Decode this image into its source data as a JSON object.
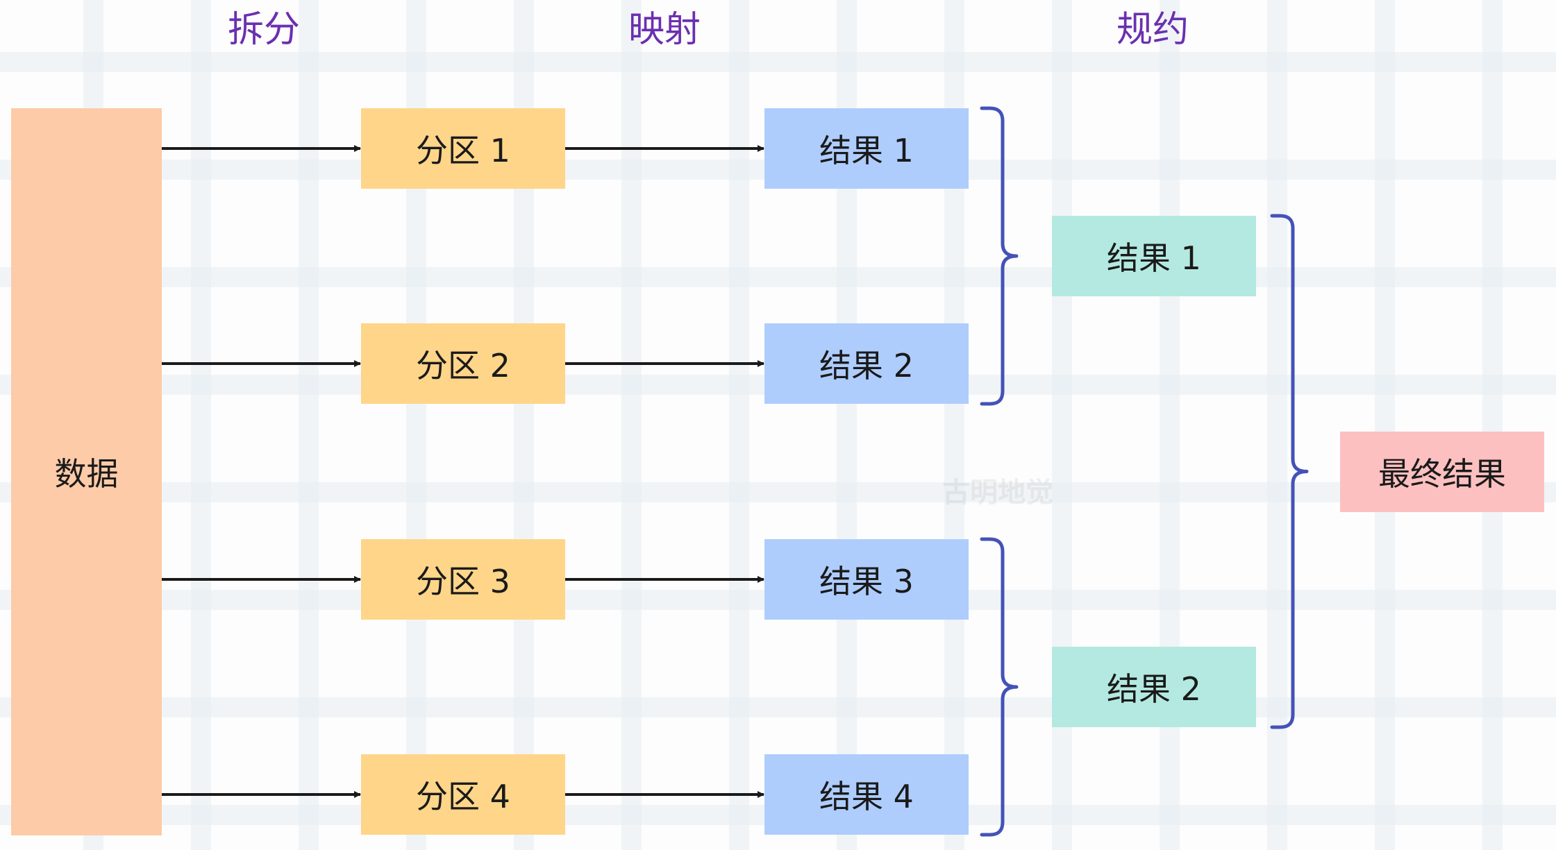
{
  "stages": {
    "split": "拆分",
    "map": "映射",
    "reduce": "规约"
  },
  "data_block": {
    "label": "数据"
  },
  "partitions": [
    {
      "label": "分区 1"
    },
    {
      "label": "分区 2"
    },
    {
      "label": "分区 3"
    },
    {
      "label": "分区 4"
    }
  ],
  "map_results": [
    {
      "label": "结果 1"
    },
    {
      "label": "结果 2"
    },
    {
      "label": "结果 3"
    },
    {
      "label": "结果 4"
    }
  ],
  "reduce_results": [
    {
      "label": "结果 1"
    },
    {
      "label": "结果 2"
    }
  ],
  "final": {
    "label": "最终结果"
  },
  "watermark": "古明地觉",
  "colors": {
    "data": "#fdcba8",
    "partition": "#fed589",
    "map_result": "#aecdfd",
    "reduce_result": "#b3e9e0",
    "final": "#fdc0c0",
    "stage_text": "#6b2fb0",
    "brace": "#4452b8",
    "arrow": "#1a1a1a"
  }
}
